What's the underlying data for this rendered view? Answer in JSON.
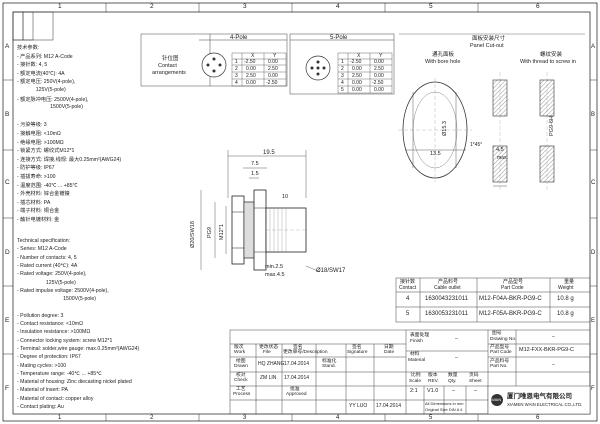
{
  "frame": {
    "col_numbers": [
      "1",
      "2",
      "3",
      "4",
      "5",
      "6"
    ],
    "row_letters": [
      "A",
      "B",
      "C",
      "D",
      "E",
      "F"
    ],
    "corner_box_top": [
      "",
      "",
      "",
      "",
      ""
    ]
  },
  "pinout": {
    "title_4": "4-Pole",
    "title_5": "5-Pole",
    "label_cn": "针位图",
    "label_en1": "Contact",
    "label_en2": "arrangements",
    "table4": {
      "head": [
        "",
        "X",
        "Y"
      ],
      "rows": [
        [
          "1",
          "-2.50",
          "0.00"
        ],
        [
          "2",
          "0.00",
          "2.50"
        ],
        [
          "3",
          "2.50",
          "0.00"
        ],
        [
          "4",
          "0.00",
          "-2.50"
        ]
      ]
    },
    "table5": {
      "head": [
        "",
        "X",
        "Y"
      ],
      "rows": [
        [
          "1",
          "-2.50",
          "0.00"
        ],
        [
          "2",
          "0.00",
          "2.50"
        ],
        [
          "3",
          "2.50",
          "0.00"
        ],
        [
          "4",
          "0.00",
          "-2.50"
        ],
        [
          "5",
          "0.00",
          "0.00"
        ]
      ]
    }
  },
  "panel": {
    "title_cn": "面板安装尺寸",
    "title_en": "Panel Cut-out",
    "left_cn": "通孔面板",
    "left_en": "With bore hole",
    "right_cn": "螺纹安装",
    "right_en": "With thread to screw in",
    "dim_d": "Ø15.3",
    "dim_w": "13.5",
    "dim_chamfer": "1*45°",
    "dim_max": "4.5",
    "dim_max_label": "max.",
    "thread": "PG9-6H"
  },
  "drawing": {
    "dim_total": "19.5",
    "dim_75": "7.5",
    "dim_15": "1.5",
    "dim_10": "10",
    "dim_min25": "min.2.5",
    "dim_max45": "max.4.5",
    "dim_phi20": "Ø20/SW18",
    "dim_pg9": "PG9",
    "dim_m12": "M12*1",
    "dim_sw17": "Ø18/SW17"
  },
  "spec_cn": [
    "技术参数:",
    "- 产品系列: M12 A-Code",
    "- 接针数: 4, 5",
    "- 额定电流(40℃): 4A",
    "- 额定电压: 250V(4-pole),",
    "             125V(5-pole)",
    "- 额定脉冲电压: 2500V(4-pole),",
    "                       1500V(5-pole)",
    "",
    "- 污染等级: 3",
    "- 接触电阻: <10mΩ",
    "- 绝缘电阻: >100MΩ",
    "- 锁紧方式: 螺纹式M12*1",
    "- 连接方式: 焊接,线规: 最大0.25mm²(AWG24)",
    "- 防护等级: IP67",
    "- 插拔寿命: >100",
    "- 温度范围: -40℃ ... +85℃",
    "- 外壳材料: 锌合金镀镍",
    "- 插芯材料: PA",
    "- 端子材料: 铜合金",
    "- 触针电镀材料: 金"
  ],
  "spec_en": [
    "Technical specification:",
    "- Series: M12 A-Code",
    "- Number of contacts: 4, 5",
    "- Rated current (40℃): 4A",
    "- Rated voltage: 250V(4-pole),",
    "                    125V(5-pole)",
    "- Rated impulse voltage: 2500V(4-pole),",
    "                                1500V(5-pole)",
    "",
    "- Pollution degree: 3",
    "- Contact resistance: <10mΩ",
    "- Insulation resistance: >100MΩ",
    "- Connector locking system: screw M12*1",
    "- Terminal: solder,wire gauge: max.0.25mm²(AWG24)",
    "- Degree of protection: IP67",
    "- Mating cycles: >100",
    "- Temperature range: -40℃ ... +85℃",
    "- Material of housing: Zinc diecasting nickel plated",
    "- Material of insert: PA",
    "- Material of contact: copper alloy",
    "- Contact plating: Au"
  ],
  "parts_table": {
    "head_cn": [
      "接针数",
      "产品料号",
      "产品型号",
      "重量"
    ],
    "head_en": [
      "Contact",
      "Cable outlet",
      "Part Code",
      "Weight"
    ],
    "rows": [
      [
        "4",
        "1630043231011",
        "M12-F04A-BKR-PG9-C",
        "10.8 g"
      ],
      [
        "5",
        "1630053231011",
        "M12-F05A-BKR-PG9-C",
        "10.8 g"
      ]
    ]
  },
  "title_block": {
    "rev_head": [
      "版次",
      "更改状态",
      "签名",
      "更改单号/Description",
      "签名",
      "日期"
    ],
    "rev_head_en": [
      "Work",
      "File",
      "",
      "Description",
      "Signature",
      "Date"
    ],
    "rows": [
      {
        "role_cn": "绘图",
        "role_en": "Drawn",
        "name": "HQ ZHANG",
        "date": "17.04.2014",
        "std_cn": "标准化",
        "std_en": "Stand."
      },
      {
        "role_cn": "校对",
        "role_en": "Check",
        "name": "ZM LIN",
        "date": "17.04.2014",
        "std_cn": "",
        "std_en": ""
      },
      {
        "role_cn": "工艺",
        "role_en": "Process",
        "name": "",
        "date": "",
        "std_cn": "批准",
        "std_en": "Approved",
        "appr": "YY LUO",
        "appr_date": "17.04.2014"
      }
    ],
    "finish_cn": "表面处理",
    "finish_en": "Finish",
    "material_cn": "材料",
    "material_en": "Material",
    "material_val": "–",
    "finish_val": "–",
    "drawing_no_cn": "图号",
    "drawing_no_en": "Drawing No.",
    "drawing_no_val": "–",
    "part_code_cn": "产品型号",
    "part_code_en": "Part Code",
    "part_code_val": "M12-FXX-BKR-PG9-C",
    "part_no_cn": "产品料号",
    "part_no_en": "Part No.",
    "part_no_val": "–",
    "scale_cn": "比例",
    "scale_en": "Scale",
    "scale_val": "2:1",
    "rev_cn": "版本",
    "rev_en": "REV.",
    "rev_val": "V1.0",
    "qty_cn": "数量",
    "qty_en": "Qty.",
    "qty_val": "–",
    "sheet_cn": "页码",
    "sheet_en": "Sheet",
    "sheet_val": "–",
    "note1": "All Dimensions in mm",
    "note2": "Original Size DIN A 4",
    "company_cn": "厦门唯恩电气有限公司",
    "company_en": "XIAMEN WAIN ELECTRICAL CO.,LTD.",
    "logo_text": "WAIN"
  }
}
